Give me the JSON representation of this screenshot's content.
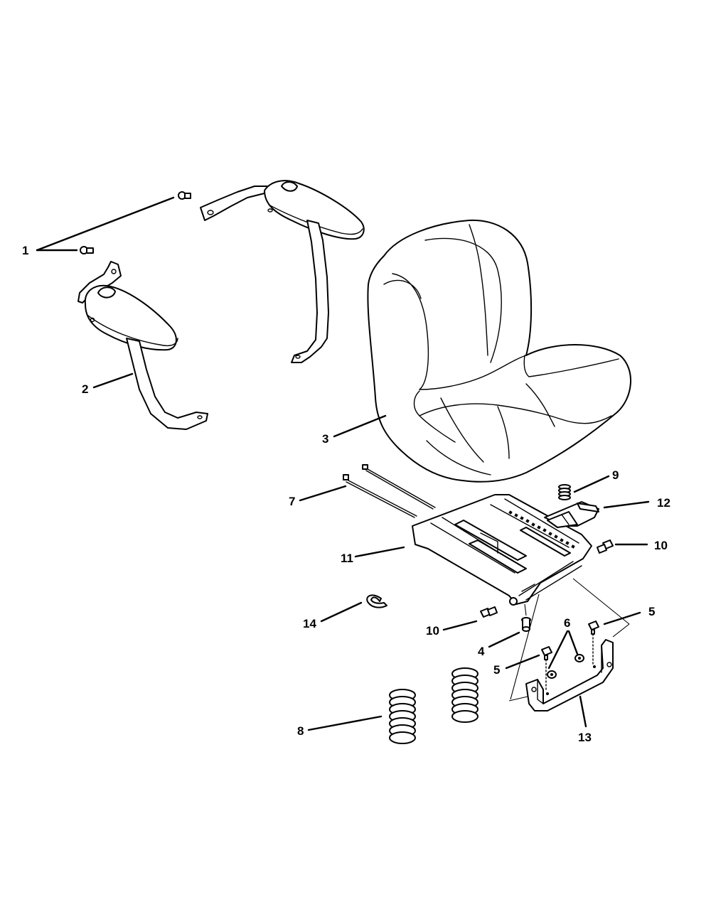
{
  "diagram": {
    "callouts": [
      {
        "id": "c1",
        "label": "1"
      },
      {
        "id": "c2",
        "label": "2"
      },
      {
        "id": "c3",
        "label": "3"
      },
      {
        "id": "c4",
        "label": "4"
      },
      {
        "id": "c5a",
        "label": "5"
      },
      {
        "id": "c5b",
        "label": "5"
      },
      {
        "id": "c6",
        "label": "6"
      },
      {
        "id": "c7",
        "label": "7"
      },
      {
        "id": "c8",
        "label": "8"
      },
      {
        "id": "c9",
        "label": "9"
      },
      {
        "id": "c10a",
        "label": "10"
      },
      {
        "id": "c10b",
        "label": "10"
      },
      {
        "id": "c11",
        "label": "11"
      },
      {
        "id": "c12",
        "label": "12"
      },
      {
        "id": "c13",
        "label": "13"
      },
      {
        "id": "c14",
        "label": "14"
      }
    ]
  }
}
